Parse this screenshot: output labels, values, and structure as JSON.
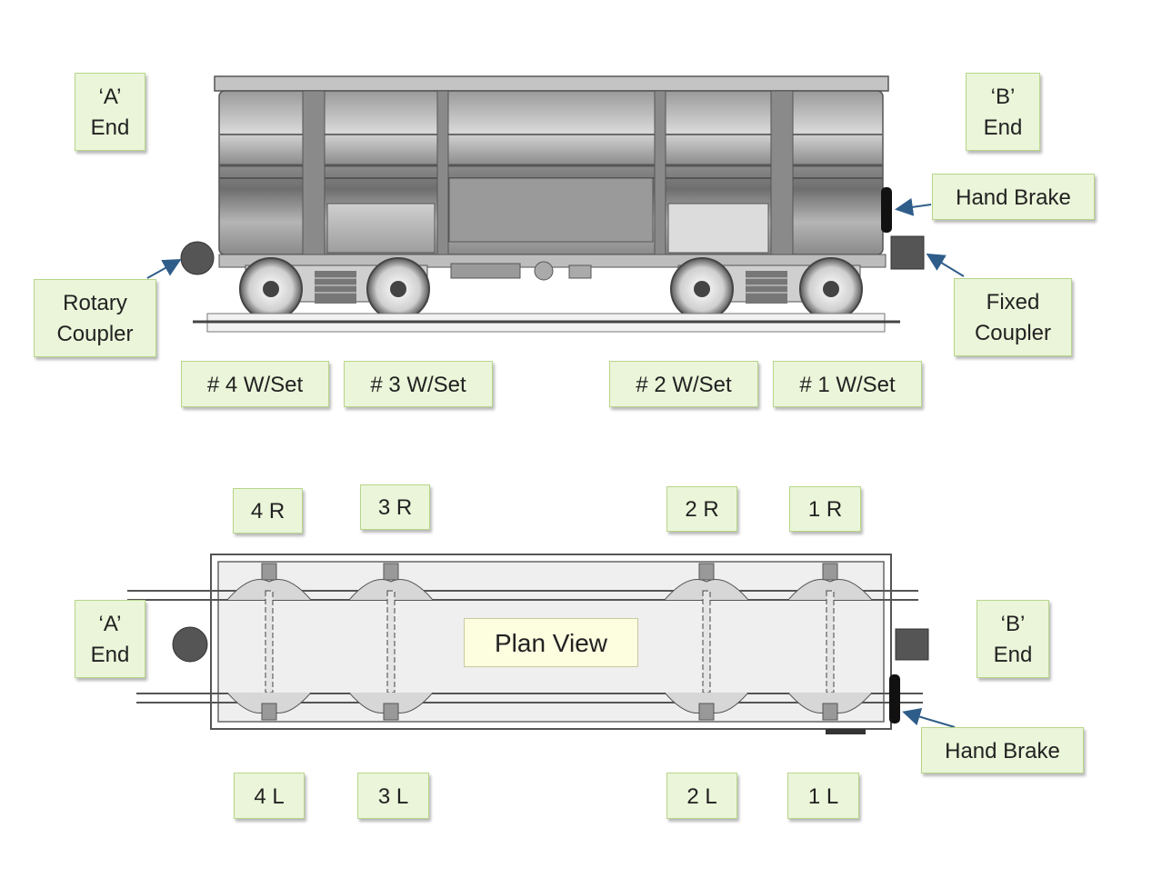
{
  "colors": {
    "label_fill": "#ebf5d9",
    "label_border": "#b7d68a",
    "arrow": "#2f5d8a",
    "car_body": "#a9a9a9",
    "plan_fill": "#efefef"
  },
  "side_view": {
    "a_end": {
      "line1": "‘A’",
      "line2": "End"
    },
    "b_end": {
      "line1": "‘B’",
      "line2": "End"
    },
    "hand_brake": "Hand Brake",
    "rotary_coupler": {
      "line1": "Rotary",
      "line2": "Coupler"
    },
    "fixed_coupler": {
      "line1": "Fixed",
      "line2": "Coupler"
    },
    "wheelsets": [
      "# 4 W/Set",
      "# 3 W/Set",
      "# 2 W/Set",
      "# 1 W/Set"
    ]
  },
  "plan_view": {
    "title": "Plan View",
    "a_end": {
      "line1": "‘A’",
      "line2": "End"
    },
    "b_end": {
      "line1": "‘B’",
      "line2": "End"
    },
    "hand_brake": "Hand Brake",
    "right_wheels": [
      "4 R",
      "3 R",
      "2 R",
      "1 R"
    ],
    "left_wheels": [
      "4 L",
      "3 L",
      "2 L",
      "1 L"
    ]
  }
}
